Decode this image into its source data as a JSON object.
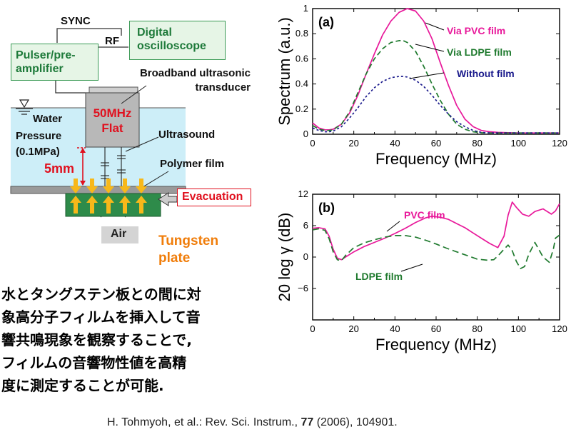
{
  "diagram": {
    "sync_label": "SYNC",
    "rf_label": "RF",
    "digital_osc_label": "Digital\noscilloscope",
    "pulser_label": "Pulser/pre-\namplifier",
    "transducer_label": "Broadband ultrasonic\ntransducer",
    "transducer_spec": "50MHz\nFlat",
    "water_label": "Water",
    "pressure_label": "Pressure\n(0.1MPa)",
    "ultrasound_label": "Ultrasound",
    "distance_label": "5mm",
    "polymer_label": "Polymer film",
    "evacuation_label": "Evacuation",
    "air_label": "Air",
    "tungsten_label": "Tungsten\nplate"
  },
  "description_jp": [
    "水とタングステン板との間に対",
    "象高分子フィルムを挿入して音",
    "響共鳴現象を観察することで,",
    "フィルムの音響物性値を高精",
    "度に測定することが可能."
  ],
  "reference": {
    "authors": "H. Tohmyoh, et al.: Rev. Sci. Instrum., ",
    "volume": "77",
    "rest": " (2006), 104901."
  },
  "colors": {
    "pvc": "#e8189a",
    "ldpe": "#1f7a2e",
    "without": "#1a1a8c",
    "water": "#cdeef8",
    "tungsten": "#2e8b4a",
    "arrow": "#f7b81a"
  },
  "chart_data": [
    {
      "type": "line",
      "panel_label": "(a)",
      "xlabel": "Frequency (MHz)",
      "ylabel": "Spectrum (a.u.)",
      "xlim": [
        0,
        120
      ],
      "ylim": [
        0,
        1
      ],
      "xticks": [
        0,
        20,
        40,
        60,
        80,
        100,
        120
      ],
      "yticks": [
        0,
        0.2,
        0.4,
        0.6,
        0.8,
        1
      ],
      "ytick_labels": [
        "0",
        "0.2",
        "0.4",
        "0.6",
        "0.8",
        "1"
      ],
      "series": [
        {
          "name": "Via PVC film",
          "color": "#e8189a",
          "dash": "solid",
          "x": [
            0,
            3,
            6,
            8,
            10,
            14,
            18,
            22,
            26,
            30,
            34,
            38,
            42,
            46,
            50,
            54,
            58,
            62,
            66,
            70,
            74,
            78,
            82,
            86,
            90,
            95,
            100,
            105,
            110,
            115,
            120
          ],
          "y": [
            0.09,
            0.05,
            0.035,
            0.035,
            0.04,
            0.08,
            0.17,
            0.31,
            0.48,
            0.64,
            0.79,
            0.9,
            0.97,
            1.0,
            0.98,
            0.9,
            0.76,
            0.57,
            0.39,
            0.23,
            0.12,
            0.06,
            0.03,
            0.02,
            0.015,
            0.012,
            0.01,
            0.01,
            0.01,
            0.01,
            0.01
          ]
        },
        {
          "name": "Via LDPE film",
          "color": "#1f7a2e",
          "dash": "7,4",
          "x": [
            0,
            3,
            6,
            8,
            10,
            14,
            18,
            22,
            26,
            30,
            34,
            38,
            42,
            44,
            46,
            50,
            54,
            58,
            62,
            66,
            70,
            74,
            78,
            82,
            86,
            90,
            100,
            110,
            120
          ],
          "y": [
            0.07,
            0.04,
            0.03,
            0.03,
            0.035,
            0.08,
            0.18,
            0.33,
            0.48,
            0.6,
            0.68,
            0.73,
            0.745,
            0.745,
            0.73,
            0.66,
            0.54,
            0.4,
            0.27,
            0.16,
            0.08,
            0.04,
            0.02,
            0.012,
            0.01,
            0.01,
            0.01,
            0.01,
            0.01
          ]
        },
        {
          "name": "Without film",
          "color": "#1a1a8c",
          "dash": "3,3",
          "x": [
            0,
            3,
            6,
            8,
            10,
            14,
            18,
            22,
            26,
            30,
            34,
            38,
            42,
            44,
            46,
            50,
            54,
            58,
            62,
            66,
            70,
            74,
            78,
            82,
            86,
            90,
            100,
            110,
            120
          ],
          "y": [
            0.05,
            0.03,
            0.02,
            0.02,
            0.025,
            0.06,
            0.13,
            0.21,
            0.3,
            0.37,
            0.42,
            0.45,
            0.46,
            0.46,
            0.455,
            0.43,
            0.38,
            0.31,
            0.23,
            0.16,
            0.1,
            0.06,
            0.03,
            0.015,
            0.01,
            0.01,
            0.01,
            0.01,
            0.01
          ]
        }
      ]
    },
    {
      "type": "line",
      "panel_label": "(b)",
      "xlabel": "Frequency (MHz)",
      "ylabel": "20 log γ (dB)",
      "xlim": [
        0,
        120
      ],
      "ylim": [
        -12,
        12
      ],
      "xticks": [
        0,
        20,
        40,
        60,
        80,
        100,
        120
      ],
      "yticks": [
        -6,
        0,
        6,
        12
      ],
      "ytick_labels": [
        "−6",
        "0",
        "6",
        "12"
      ],
      "series": [
        {
          "name": "PVC film",
          "color": "#e8189a",
          "dash": "solid",
          "x": [
            0,
            3,
            6,
            8,
            10,
            12,
            14,
            16,
            20,
            25,
            30,
            35,
            40,
            45,
            50,
            55,
            58,
            62,
            66,
            70,
            74,
            78,
            82,
            86,
            90,
            93,
            95,
            97,
            99,
            102,
            105,
            108,
            112,
            116,
            118,
            120
          ],
          "y": [
            5.5,
            5.6,
            5.4,
            4,
            1.5,
            -0.2,
            -0.5,
            0,
            1,
            2,
            2.8,
            3.6,
            4.5,
            5.5,
            6.6,
            7.5,
            7.8,
            7.6,
            7.2,
            6.4,
            5.6,
            4.6,
            3.6,
            2.6,
            1.8,
            4,
            8,
            10.5,
            9.5,
            8.2,
            7.8,
            8.7,
            9.2,
            8.2,
            8.8,
            10.2
          ]
        },
        {
          "name": "LDPE film",
          "color": "#1f7a2e",
          "dash": "9,5",
          "x": [
            0,
            3,
            6,
            8,
            10,
            12,
            14,
            16,
            20,
            25,
            30,
            35,
            40,
            45,
            50,
            55,
            60,
            65,
            70,
            75,
            80,
            85,
            88,
            90,
            93,
            95,
            97,
            99,
            101,
            103,
            105,
            108,
            112,
            115,
            117,
            118,
            120
          ],
          "y": [
            5.2,
            5.4,
            5.1,
            3.5,
            1,
            -0.5,
            -0.7,
            0.3,
            1.8,
            2.7,
            3.3,
            3.8,
            4.1,
            4.1,
            3.8,
            3.2,
            2.5,
            1.7,
            1,
            0.3,
            -0.4,
            -0.6,
            -0.5,
            0.2,
            1.5,
            2.3,
            1.2,
            -0.8,
            -2.2,
            -1.8,
            0.5,
            2.8,
            0,
            -1,
            1.5,
            3.6,
            4.2
          ]
        }
      ]
    }
  ]
}
